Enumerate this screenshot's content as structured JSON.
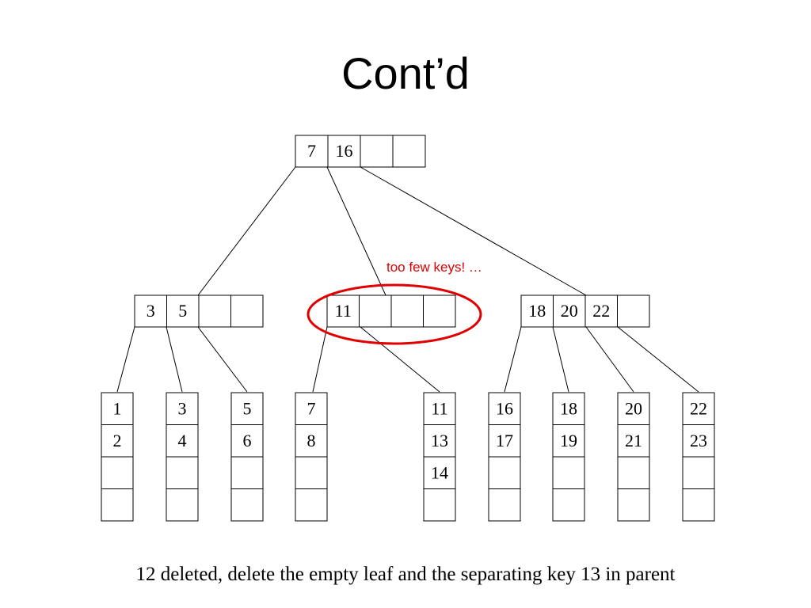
{
  "title": "Cont’d",
  "root": {
    "cells": [
      "7",
      "16",
      "",
      ""
    ]
  },
  "internal": [
    {
      "cells": [
        "3",
        "5",
        "",
        ""
      ]
    },
    {
      "cells": [
        "11",
        "",
        "",
        ""
      ]
    },
    {
      "cells": [
        "18",
        "20",
        "22",
        ""
      ]
    }
  ],
  "leaves": [
    {
      "cells": [
        "1",
        "2",
        "",
        ""
      ]
    },
    {
      "cells": [
        "3",
        "4",
        "",
        ""
      ]
    },
    {
      "cells": [
        "5",
        "6",
        "",
        ""
      ]
    },
    {
      "cells": [
        "7",
        "8",
        "",
        ""
      ]
    },
    {
      "cells": [
        "11",
        "13",
        "14",
        ""
      ]
    },
    {
      "cells": [
        "16",
        "17",
        "",
        ""
      ]
    },
    {
      "cells": [
        "18",
        "19",
        "",
        ""
      ]
    },
    {
      "cells": [
        "20",
        "21",
        "",
        ""
      ]
    },
    {
      "cells": [
        "22",
        "23",
        "",
        ""
      ]
    }
  ],
  "note": "too few keys! …",
  "highlight_color": "#e00000",
  "caption": "12 deleted, delete the empty leaf and the separating key 13 in parent"
}
